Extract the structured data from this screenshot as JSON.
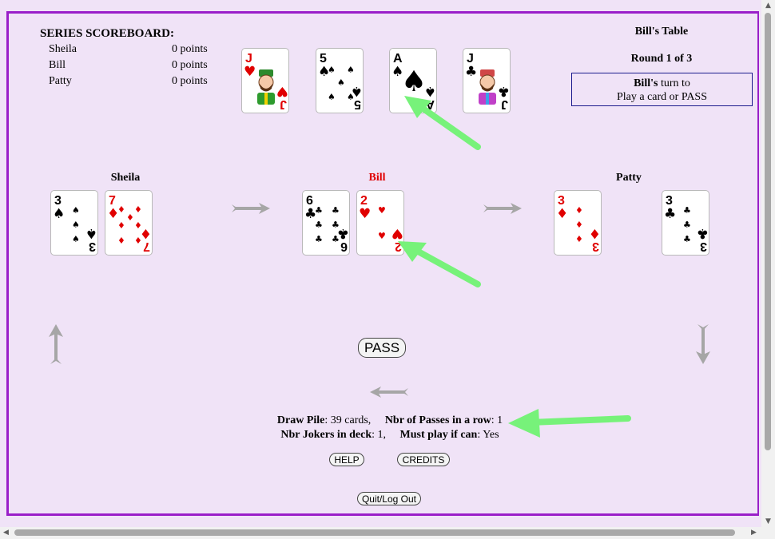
{
  "scoreboard": {
    "title": "SERIES SCOREBOARD:",
    "rows": [
      {
        "name": "Sheila",
        "points": "0 points"
      },
      {
        "name": "Bill",
        "points": "0 points"
      },
      {
        "name": "Patty",
        "points": "0 points"
      }
    ]
  },
  "table": {
    "name": "Bill's Table",
    "round": "Round 1 of 3",
    "turn_player": "Bill's",
    "turn_line1_rest": " turn to",
    "turn_line2": "Play a card or PASS"
  },
  "center_cards": [
    {
      "rank": "J",
      "suit": "♥",
      "color": "#e00000"
    },
    {
      "rank": "5",
      "suit": "♠",
      "color": "#000000"
    },
    {
      "rank": "A",
      "suit": "♠",
      "color": "#000000"
    },
    {
      "rank": "J",
      "suit": "♣",
      "color": "#000000"
    }
  ],
  "players": [
    {
      "name": "Sheila",
      "color": "#000000",
      "cards": [
        {
          "rank": "3",
          "suit": "♠",
          "color": "#000000"
        },
        {
          "rank": "7",
          "suit": "♦",
          "color": "#e00000"
        }
      ]
    },
    {
      "name": "Bill",
      "color": "#e00000",
      "cards": [
        {
          "rank": "6",
          "suit": "♣",
          "color": "#000000"
        },
        {
          "rank": "2",
          "suit": "♥",
          "color": "#e00000"
        }
      ]
    },
    {
      "name": "Patty",
      "color": "#000000",
      "cards": [
        {
          "rank": "3",
          "suit": "♦",
          "color": "#e00000"
        },
        {
          "rank": "3",
          "suit": "♣",
          "color": "#000000"
        }
      ]
    }
  ],
  "buttons": {
    "pass": "PASS",
    "help": "HELP",
    "credits": "CREDITS",
    "quit": "Quit/Log Out"
  },
  "stats": {
    "draw_pile_label": "Draw Pile",
    "draw_pile_value": ": 39 cards,",
    "passes_label": "Nbr of Passes in a row",
    "passes_value": ": 1",
    "jokers_label": "Nbr Jokers in deck",
    "jokers_value": ": 1,",
    "must_play_label": "Must play if can",
    "must_play_value": ": Yes"
  },
  "colors": {
    "background": "#f0e3f7",
    "frame": "#9a1fc9",
    "turn_box_border": "#1a1a8c",
    "highlight_arrow": "#77f27a",
    "flow_arrow": "#a6a6a6",
    "red_suit": "#e00000"
  }
}
